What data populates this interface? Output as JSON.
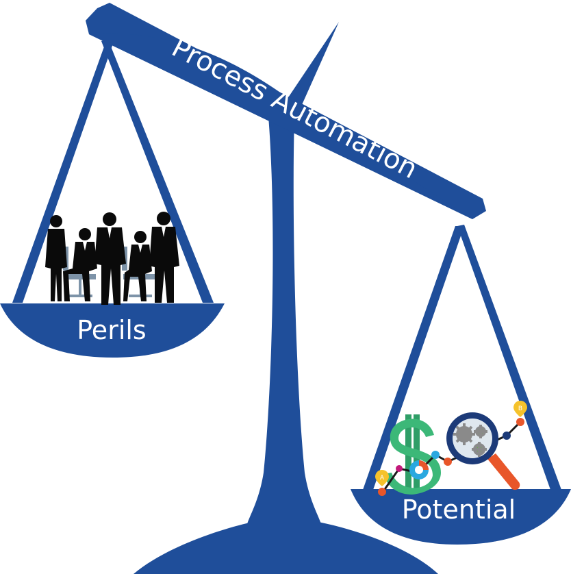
{
  "scale": {
    "beam_label": "Process Automation",
    "left_pan_label": "Perils",
    "right_pan_label": "Potential",
    "left_pan_illustration": "business-people-silhouettes",
    "right_pan_illustration": "dollar-gears-magnifier-growth-chart",
    "chart_markers": [
      "A",
      "B"
    ]
  },
  "colors": {
    "scale_blue": "#1f4e9a",
    "text": "#ffffff",
    "silhouette": "#0a0a0a",
    "dollar_green": "#3cb878",
    "magnifier_navy": "#1c3a78",
    "magnifier_handle": "#e8562a",
    "gear_grey": "#8a8a8a"
  }
}
